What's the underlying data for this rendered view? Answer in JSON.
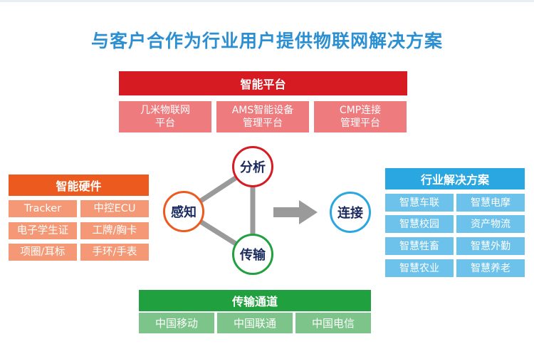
{
  "title": "与客户合作为行业用户提供物联网解决方案",
  "platform": {
    "header": "智能平台",
    "items": [
      "几米物联网\n平台",
      "AMS智能设备\n管理平台",
      "CMP连接\n管理平台"
    ]
  },
  "hardware": {
    "header": "智能硬件",
    "items": [
      "Tracker",
      "中控ECU",
      "电子学生证",
      "工牌/胸卡",
      "项圈/耳标",
      "手环/手表"
    ]
  },
  "solutions": {
    "header": "行业解决方案",
    "items": [
      "智慧车联",
      "智慧电摩",
      "智慧校园",
      "资产物流",
      "智慧牲畜",
      "智慧外勤",
      "智慧农业",
      "智慧养老"
    ]
  },
  "channel": {
    "header": "传输通道",
    "items": [
      "中国移动",
      "中国联通",
      "中国电信"
    ]
  },
  "cycle": {
    "analyze": "分析",
    "sense": "感知",
    "transmit": "传输",
    "connect": "连接"
  },
  "colors": {
    "title": "#2b8fd1",
    "analyze": "#d71b23",
    "sense": "#ec5a1f",
    "transmit": "#21a040",
    "connect": "#2aa6e0",
    "triangle": "#9a9a9a"
  }
}
